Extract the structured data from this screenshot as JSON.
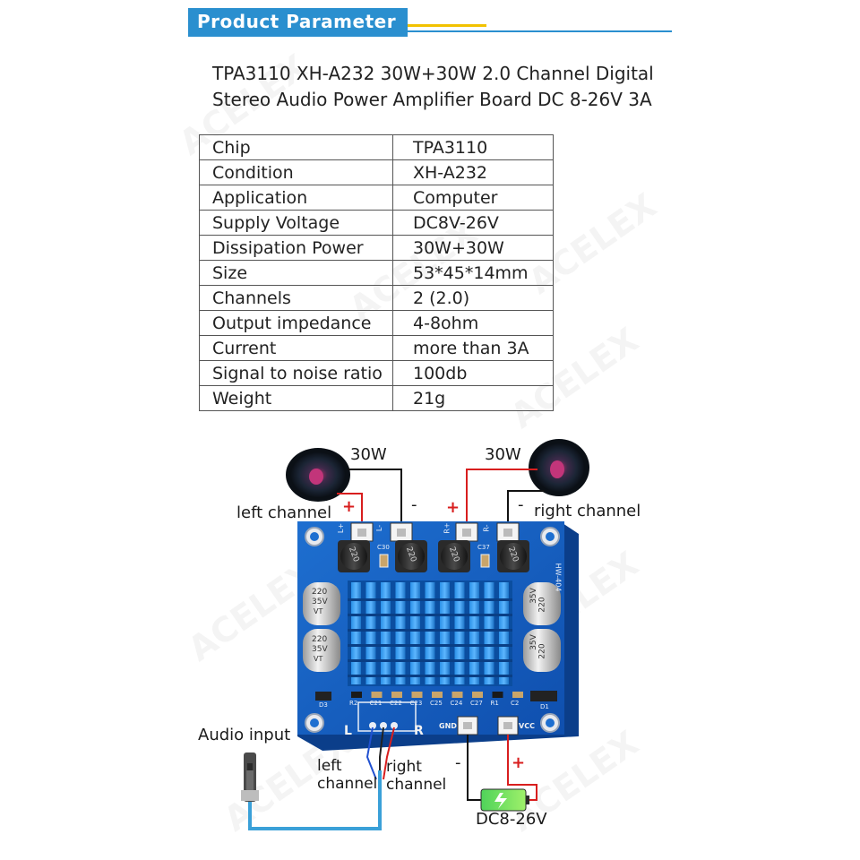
{
  "header": {
    "title": "Product Parameter",
    "accent_color": "#2a8fcf",
    "stripe_color": "#f2c200"
  },
  "product": {
    "title_line1": "TPA3110 XH-A232 30W+30W 2.0 Channel Digital",
    "title_line2": "Stereo Audio Power Amplifier Board DC 8-26V 3A"
  },
  "specs": [
    {
      "label": "Chip",
      "value": "TPA3110"
    },
    {
      "label": "Condition",
      "value": "XH-A232"
    },
    {
      "label": "Application",
      "value": "Computer"
    },
    {
      "label": "Supply Voltage",
      "value": "DC8V-26V"
    },
    {
      "label": "Dissipation Power",
      "value": "30W+30W"
    },
    {
      "label": "Size",
      "value": "53*45*14mm"
    },
    {
      "label": "Channels",
      "value": "2 (2.0)"
    },
    {
      "label": "Output impedance",
      "value": "4-8ohm"
    },
    {
      "label": "Current",
      "value": "more than 3A"
    },
    {
      "label": "Signal to noise ratio",
      "value": "100db"
    },
    {
      "label": "Weight",
      "value": "21g"
    }
  ],
  "diagram": {
    "left_power": "30W",
    "right_power": "30W",
    "left_channel": "left channel",
    "right_channel": "right channel",
    "plus": "+",
    "minus": "-",
    "audio_input": "Audio input",
    "input_left": "left",
    "input_left2": "channel",
    "input_right": "right",
    "input_right2": "channel",
    "power_label": "DC8-26V",
    "board_label_l": "L",
    "board_label_r": "R",
    "gnd": "GND",
    "vcc": "VCC",
    "cap_text": "220",
    "cap_text2": "35V",
    "cap_text3": "VT",
    "term_l_plus": "L+",
    "term_l_minus": "L-",
    "term_r_plus": "R+",
    "term_r_minus": "R-",
    "board_id": "HW-404",
    "c30": "C30",
    "c37": "C37",
    "d3": "D3",
    "d1": "D1",
    "bottom_parts": [
      "R2",
      "C21",
      "C22",
      "C23",
      "C25",
      "C24",
      "C27",
      "R1",
      "C2"
    ]
  },
  "watermark": "ACELEX"
}
